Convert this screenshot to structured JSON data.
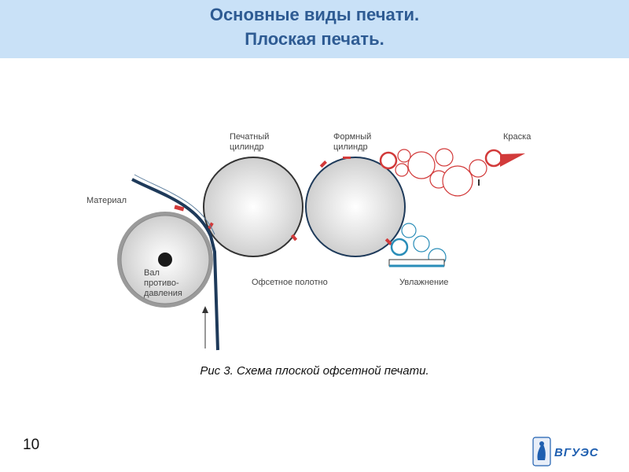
{
  "slide": {
    "title_line1": "Основные виды печати.",
    "title_line2": "Плоская печать.",
    "caption": "Рис 3. Схема плоской офсетной печати.",
    "page_number": "10",
    "logo_text": "ВГУЭС"
  },
  "diagram": {
    "labels": {
      "impression_cylinder_l1": "Печатный",
      "impression_cylinder_l2": "цилиндр",
      "plate_cylinder_l1": "Формный",
      "plate_cylinder_l2": "цилиндр",
      "ink": "Краска",
      "material": "Материал",
      "counter_roller_l1": "Вал",
      "counter_roller_l2": "противо-",
      "counter_roller_l3": "давления",
      "offset_blanket": "Офсетное полотно",
      "dampening": "Увлажнение"
    }
  },
  "colors": {
    "title_band": "#c9e1f7",
    "title_text": "#2e5b93",
    "paper_web": "#1e3a5a",
    "ink_red": "#d23a3a",
    "dampening_blue": "#2a8db8"
  }
}
